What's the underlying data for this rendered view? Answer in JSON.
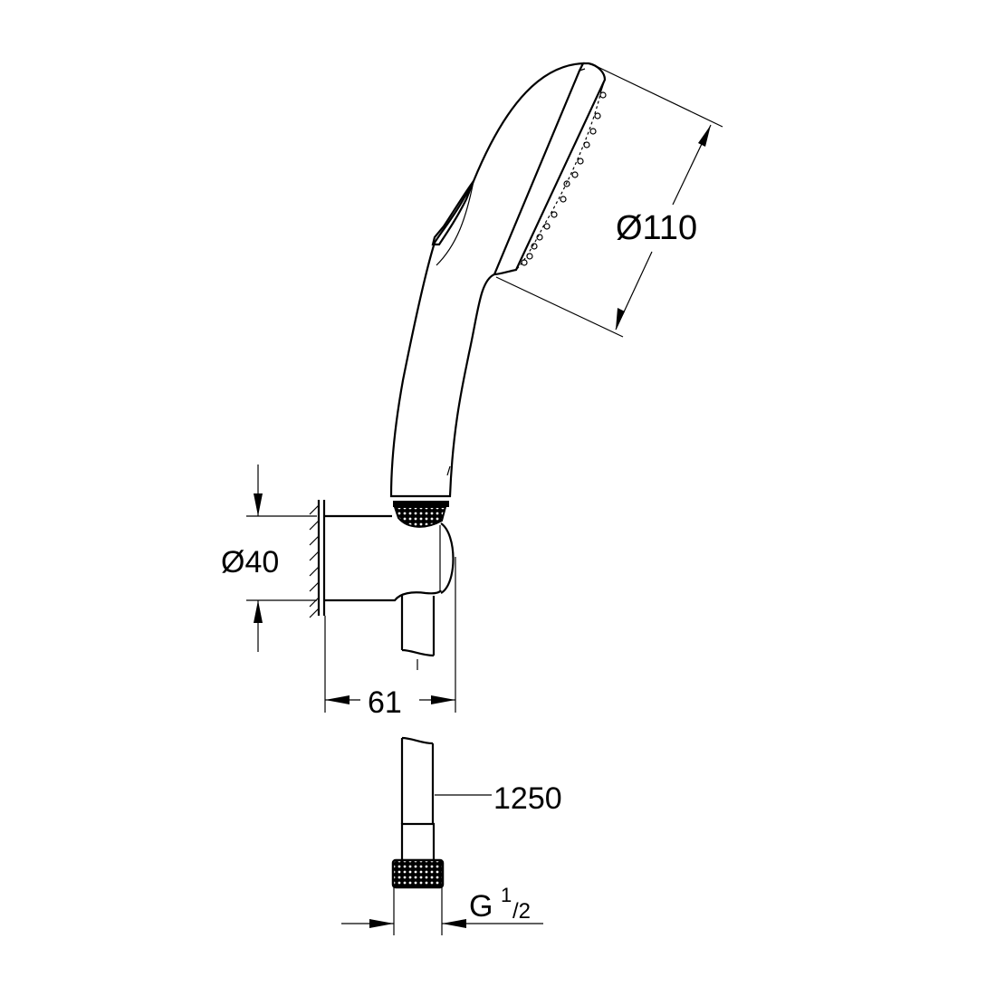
{
  "drawing": {
    "title": "Hand shower set dimension drawing",
    "dimensions": {
      "head_diameter": "Ø110",
      "holder_diameter": "Ø40",
      "holder_depth": "61",
      "hose_length": "1250",
      "thread_prefix": "G",
      "thread_numerator": "1",
      "thread_denominator": "/2"
    },
    "colors": {
      "line": "#000000",
      "background": "#ffffff"
    }
  }
}
